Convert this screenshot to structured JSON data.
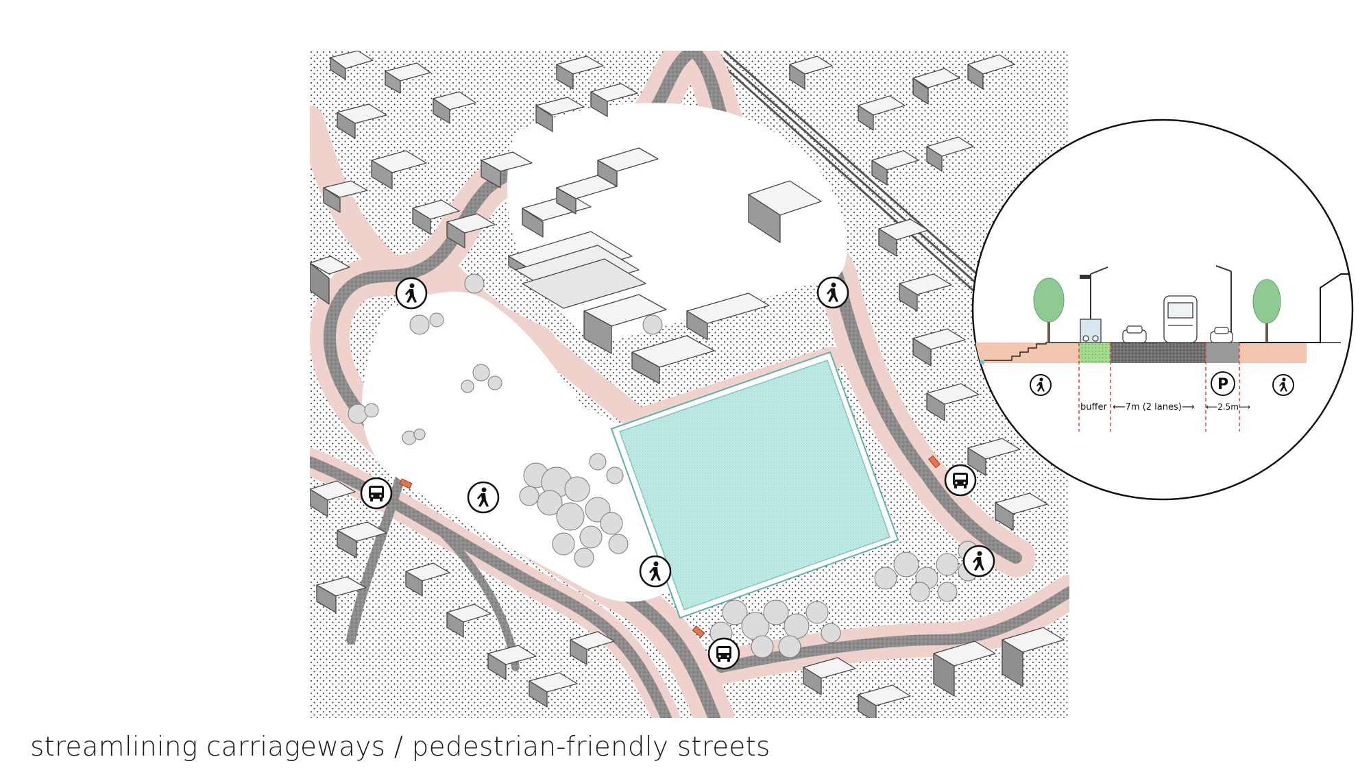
{
  "caption": "streamlining carriageways / pedestrian-friendly streets",
  "section": {
    "labels": {
      "buffer": "buffer",
      "carriageway": "⟵7m  (2 lanes)⟶",
      "parking": "⟵2.5m⟶",
      "parking_symbol": "P"
    }
  },
  "icons": {
    "pedestrian": "pedestrian-icon",
    "bus": "bus-stop-icon",
    "parking": "parking-icon",
    "tree": "tree-icon",
    "street_light": "street-light-icon"
  },
  "colors": {
    "footpath_pink": "#f0d4d0",
    "road_grey": "#8a8a8a",
    "water_teal": "#bfe9e6",
    "buffer_green": "#9fd88a",
    "section_ground": "#f3c6b0",
    "section_road": "#6f6f6f",
    "tree_green": "#8fca95",
    "bus_stop_orange": "#e7744a"
  }
}
